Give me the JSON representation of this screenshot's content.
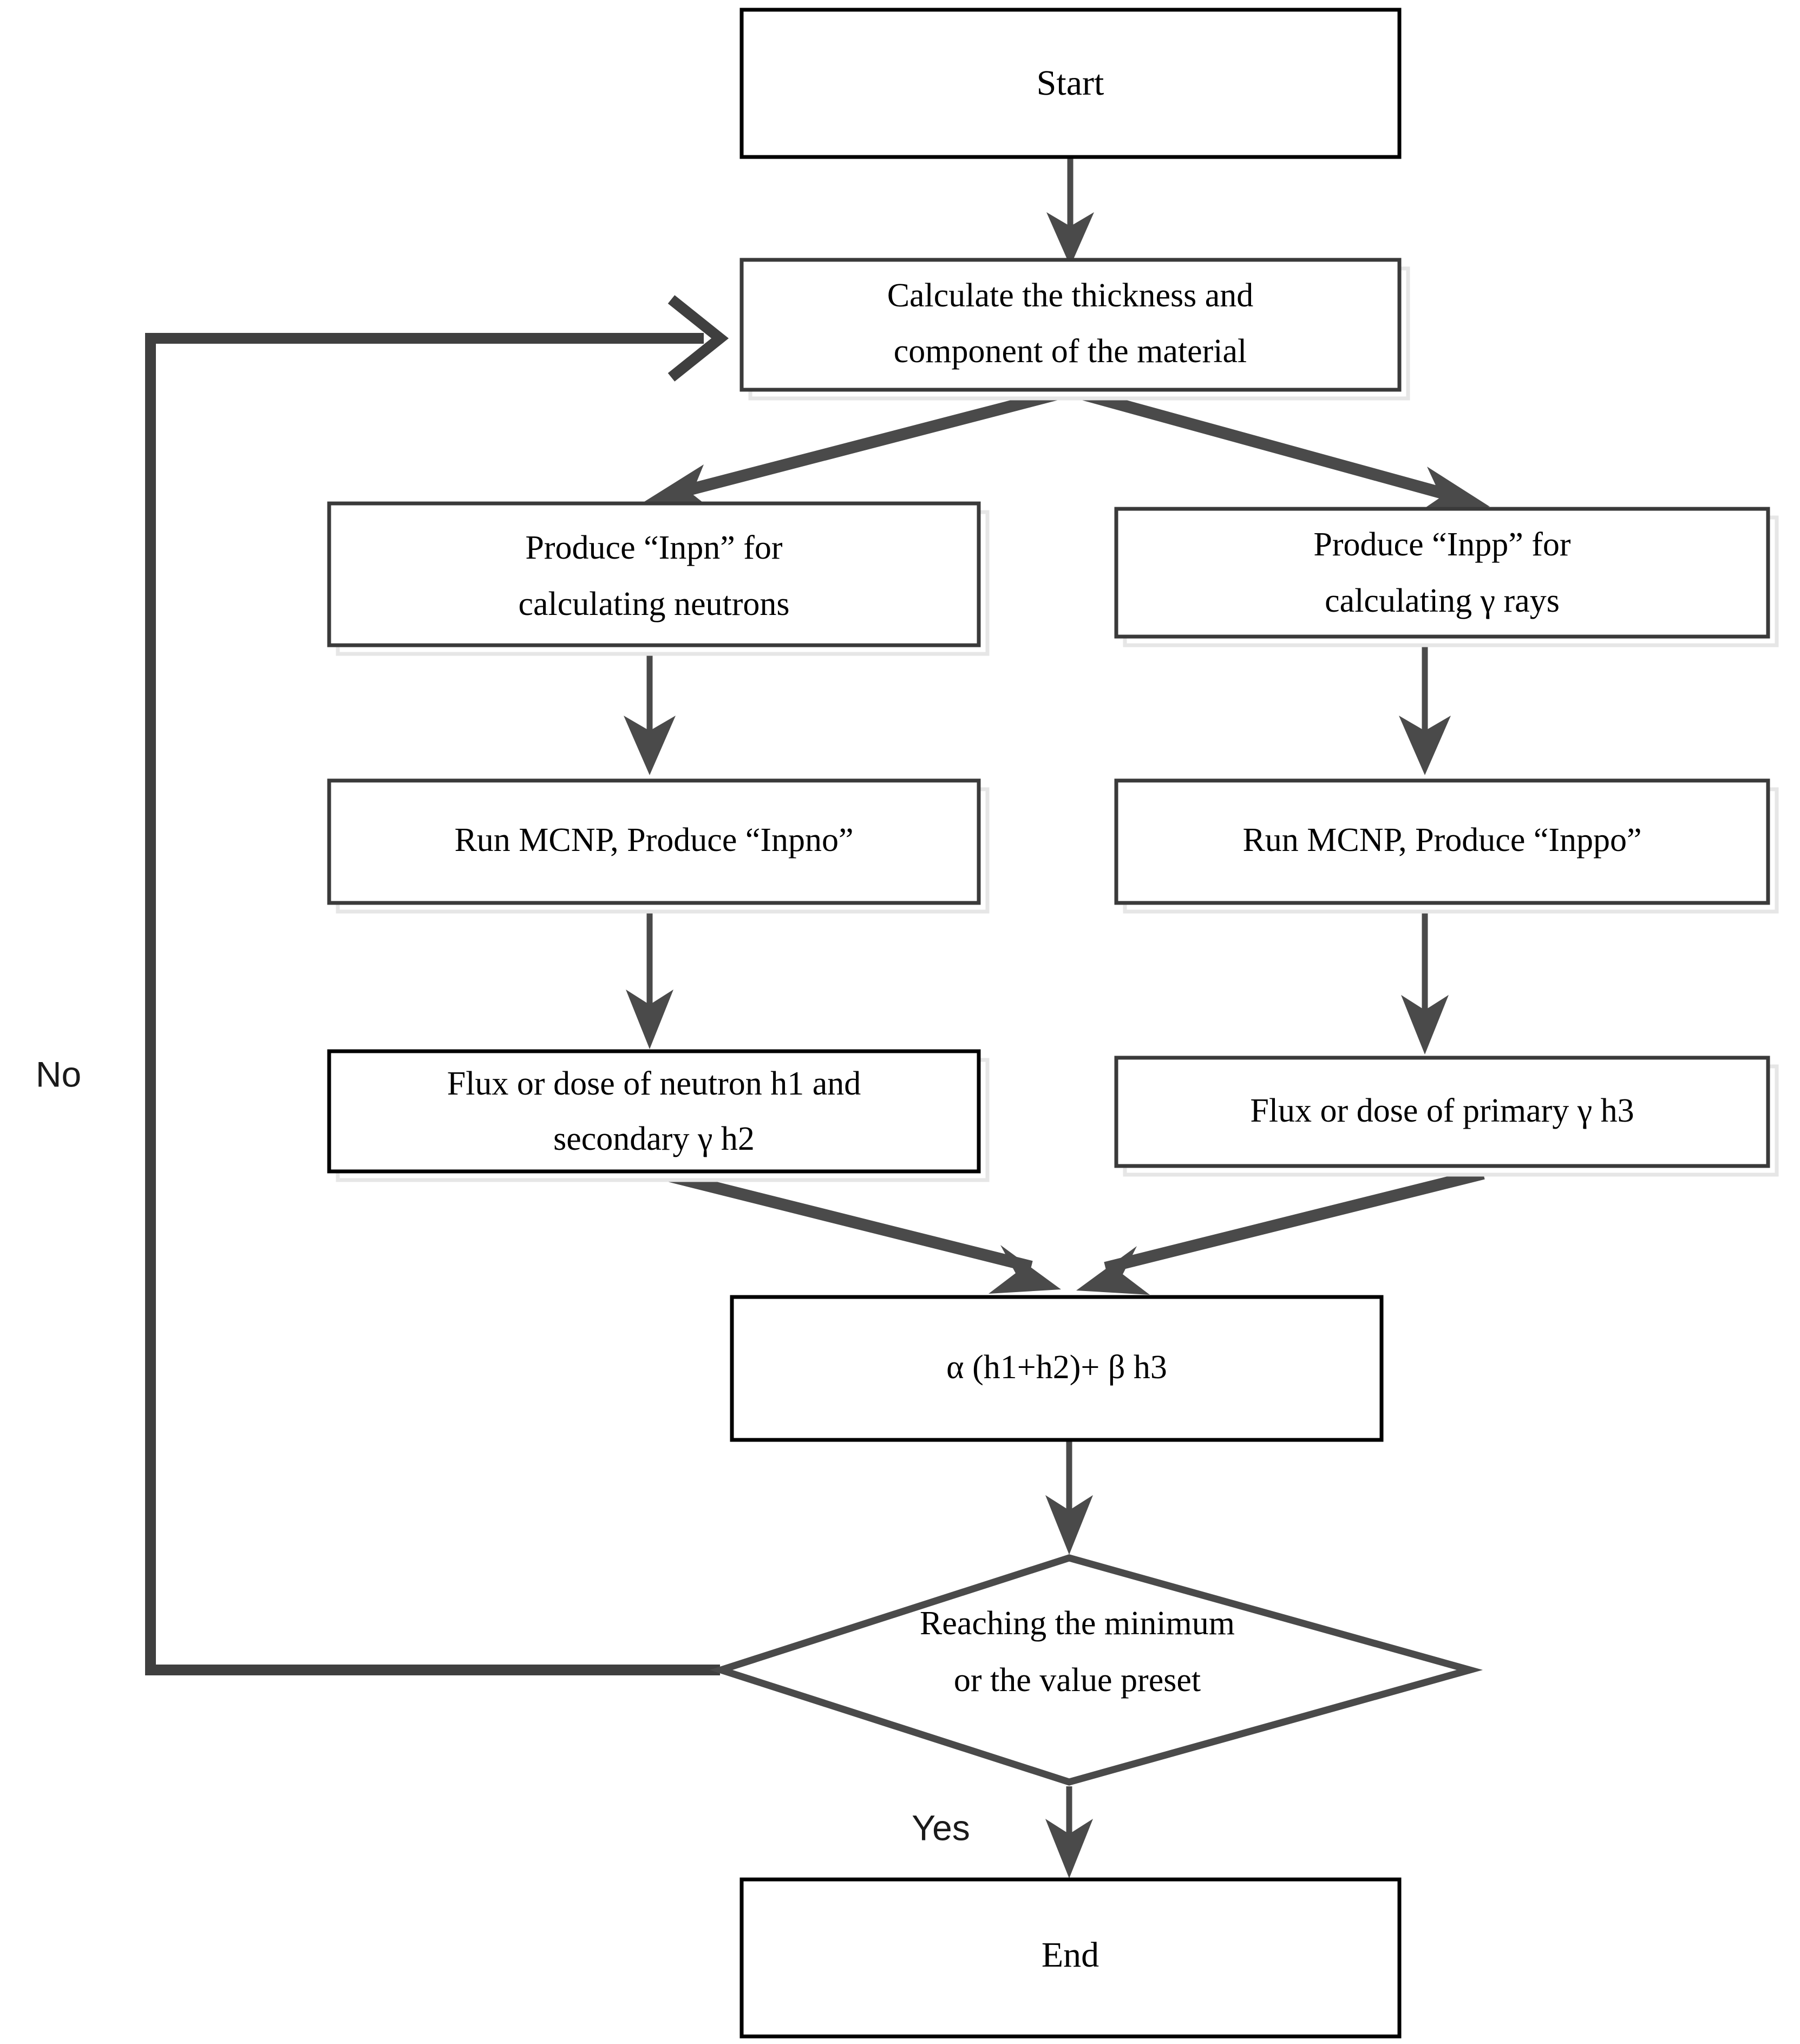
{
  "diagram": {
    "title": "MCNP shielding optimization flowchart",
    "colors": {
      "box_stroke": "#3a3a3a",
      "box_stroke_plain": "#000000",
      "box_shadow": "#e6e6e6",
      "connector": "#4a4a4a",
      "text": "#000000",
      "background": "#ffffff"
    },
    "nodes": {
      "start": {
        "label": "Start",
        "shape": "rectangle"
      },
      "calculate": {
        "line1": "Calculate the thickness and",
        "line2": "component of the material",
        "shape": "rectangle"
      },
      "produce_inpn": {
        "line1": "Produce “Inpn” for",
        "line2": "calculating neutrons",
        "shape": "rectangle"
      },
      "produce_inpp": {
        "line1": "Produce “Inpp” for",
        "line2": "calculating γ rays",
        "shape": "rectangle"
      },
      "run_mcnp_n": {
        "label": "Run MCNP, Produce “Inpno”",
        "shape": "rectangle"
      },
      "run_mcnp_p": {
        "label": "Run MCNP, Produce “Inppo”",
        "shape": "rectangle"
      },
      "flux_neutron": {
        "line1": "Flux or dose of neutron h1 and",
        "line2": "secondary γ h2",
        "shape": "rectangle"
      },
      "flux_gamma": {
        "label": "Flux or dose of primary γ h3",
        "shape": "rectangle"
      },
      "formula": {
        "label": "α (h1+h2)+ β h3",
        "shape": "rectangle"
      },
      "decision": {
        "line1": "Reaching the minimum",
        "line2": "or the value preset",
        "shape": "diamond"
      },
      "end": {
        "label": "End",
        "shape": "rectangle"
      }
    },
    "branch_labels": {
      "no": "No",
      "yes": "Yes"
    },
    "edges": [
      {
        "from": "start",
        "to": "calculate",
        "label": ""
      },
      {
        "from": "calculate",
        "to": "produce_inpn",
        "label": ""
      },
      {
        "from": "calculate",
        "to": "produce_inpp",
        "label": ""
      },
      {
        "from": "produce_inpn",
        "to": "run_mcnp_n",
        "label": ""
      },
      {
        "from": "produce_inpp",
        "to": "run_mcnp_p",
        "label": ""
      },
      {
        "from": "run_mcnp_n",
        "to": "flux_neutron",
        "label": ""
      },
      {
        "from": "run_mcnp_p",
        "to": "flux_gamma",
        "label": ""
      },
      {
        "from": "flux_neutron",
        "to": "formula",
        "label": ""
      },
      {
        "from": "flux_gamma",
        "to": "formula",
        "label": ""
      },
      {
        "from": "formula",
        "to": "decision",
        "label": ""
      },
      {
        "from": "decision",
        "to": "end",
        "label": "Yes"
      },
      {
        "from": "decision",
        "to": "calculate",
        "label": "No"
      }
    ]
  }
}
